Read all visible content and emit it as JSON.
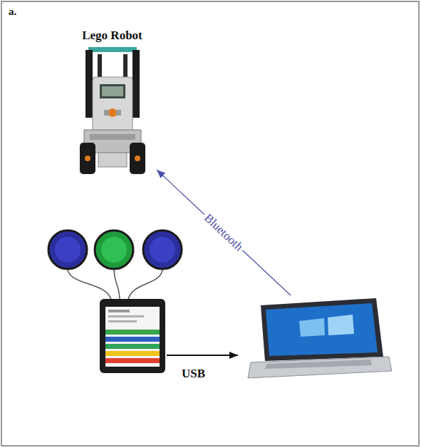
{
  "diagram": {
    "nodes": [
      {
        "text": [
          "Lego Robot"
        ]
      },
      {
        "text": []
      },
      {
        "text": []
      }
    ],
    "edges": [
      {
        "from": 1,
        "to": 2,
        "label": "USB",
        "arrow": "to"
      },
      {
        "from": 2,
        "to": 0,
        "label": "Bluetooth",
        "arrow": "to"
      }
    ],
    "labels": [
      "a."
    ]
  }
}
